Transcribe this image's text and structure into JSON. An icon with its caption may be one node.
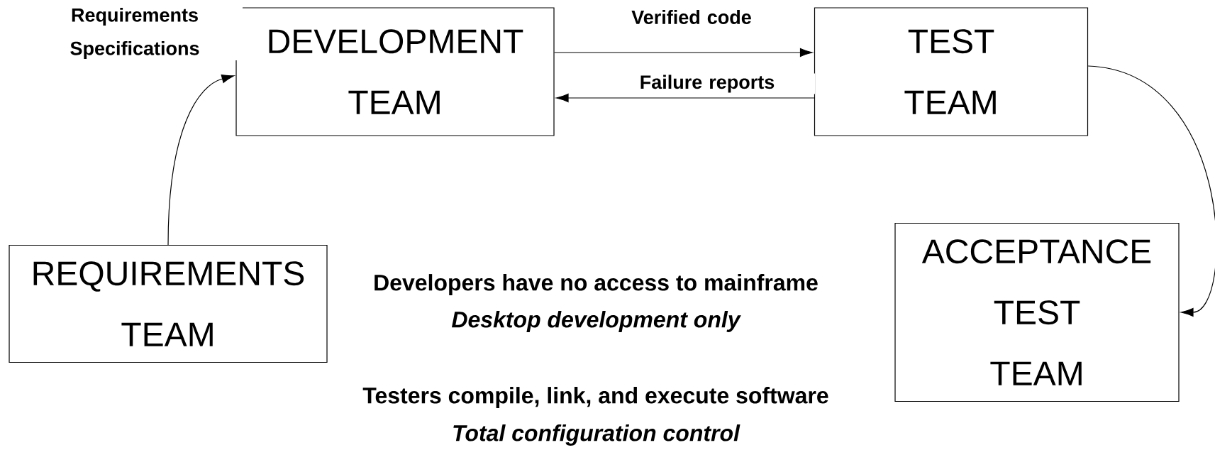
{
  "diagram": {
    "nodes": [
      {
        "text": [
          "DEVELOPMENT TEAM"
        ]
      },
      {
        "text": [
          "TEST TEAM"
        ]
      },
      {
        "text": [
          "REQUIREMENTS TEAM"
        ]
      },
      {
        "text": [
          "ACCEPTANCE TEST TEAM"
        ]
      }
    ],
    "edges": [
      {
        "from": 2,
        "to": 0,
        "arrow": "to",
        "label": "Requirements Specifications"
      },
      {
        "from": 0,
        "to": 1,
        "arrow": "to",
        "label": "Verified code"
      },
      {
        "from": 1,
        "to": 0,
        "arrow": "to",
        "label": "Failure reports"
      },
      {
        "from": 1,
        "to": 3,
        "arrow": "to"
      }
    ],
    "labels": [
      "Developers have no access to mainframe",
      "Desktop development only",
      "Testers compile, link, and execute software",
      "Total configuration control"
    ]
  }
}
